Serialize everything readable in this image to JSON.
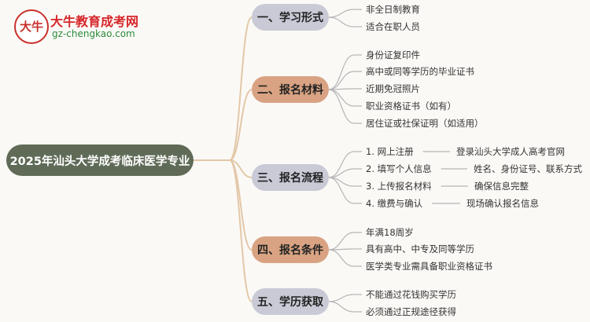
{
  "brand": {
    "logo_mark": "大牛",
    "title": "大牛教育成考网",
    "url": "gz-chengkao.com"
  },
  "root": "2025年汕头大学成考临床医学专业",
  "branches": [
    {
      "label": "一、学习形式",
      "items": [
        "非全日制教育",
        "适合在职人员"
      ]
    },
    {
      "label": "二、报名材料",
      "items": [
        "身份证复印件",
        "高中或同等学历的毕业证书",
        "近期免冠照片",
        "职业资格证书（如有）",
        "居住证或社保证明（如适用）"
      ]
    },
    {
      "label": "三、报名流程",
      "items": [
        {
          "step": "1. 网上注册",
          "detail": "登录汕头大学成人高考官网"
        },
        {
          "step": "2. 填写个人信息",
          "detail": "姓名、身份证号、联系方式"
        },
        {
          "step": "3. 上传报名材料",
          "detail": "确保信息完整"
        },
        {
          "step": "4. 缴费与确认",
          "detail": "现场确认报名信息"
        }
      ]
    },
    {
      "label": "四、报名条件",
      "items": [
        "年满18周岁",
        "具有高中、中专及同等学历",
        "医学类专业需具备职业资格证书"
      ]
    },
    {
      "label": "五、学历获取",
      "items": [
        "不能通过花钱购买学历",
        "必须通过正规途径获得"
      ]
    }
  ],
  "colors": {
    "root_bg": "#5f6b57",
    "branch_grey": "#c9cad6",
    "branch_orange": "#d9a383",
    "connector": "#b5b5b5",
    "connector_main": "#e3c8a8",
    "brand_red": "#d6262a",
    "brand_green": "#2a8a3a"
  }
}
